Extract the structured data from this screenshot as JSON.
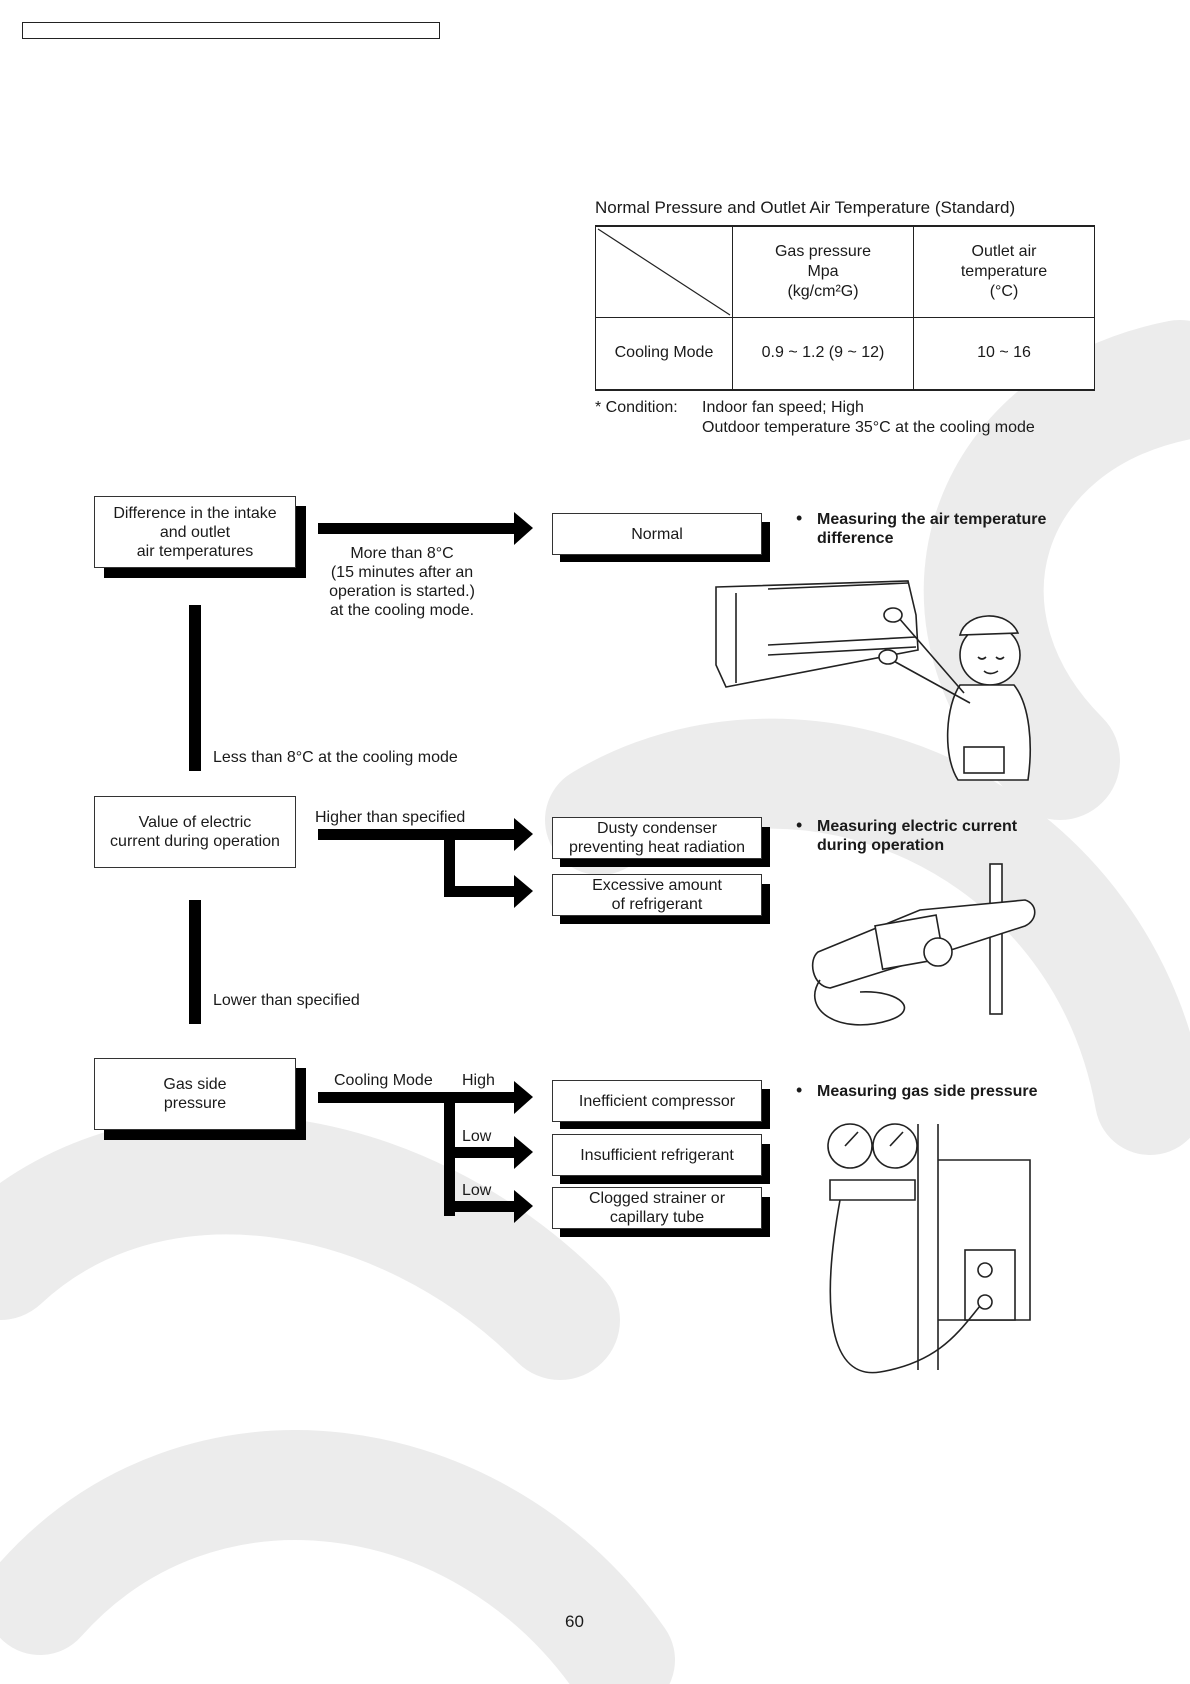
{
  "table": {
    "title": "Normal Pressure and Outlet Air Temperature (Standard)",
    "columns": [
      "Gas pressure\nMpa\n(kg/cm²G)",
      "Outlet air\ntemperature\n(°C)"
    ],
    "row": {
      "label": "Cooling Mode",
      "gas_pressure": "0.9 ~ 1.2 (9 ~ 12)",
      "outlet_temp": "10 ~ 16"
    },
    "condition_label": "* Condition:",
    "condition_lines": [
      "Indoor fan speed; High",
      "Outdoor temperature 35°C at the cooling mode"
    ]
  },
  "flow": {
    "step1": {
      "box": "Difference in the intake\nand outlet\nair temperatures",
      "branch_label": "More than 8°C\n(15 minutes after an\noperation is started.)\nat the cooling mode.",
      "result": "Normal",
      "down_label": "Less than 8°C at the cooling mode",
      "bullet": "Measuring the air temperature\ndifference"
    },
    "step2": {
      "box": "Value of electric\ncurrent during operation",
      "branch_label": "Higher than specified",
      "results": [
        "Dusty condenser\npreventing heat radiation",
        "Excessive amount\nof refrigerant"
      ],
      "down_label": "Lower than specified",
      "bullet": "Measuring electric current\nduring operation"
    },
    "step3": {
      "box": "Gas side\npressure",
      "branch_label": "Cooling Mode",
      "levels": [
        "High",
        "Low",
        "Low"
      ],
      "results": [
        "Inefficient compressor",
        "Insufficient refrigerant",
        "Clogged strainer or\ncapillary tube"
      ],
      "bullet": "Measuring gas side pressure"
    }
  },
  "page_number": "60"
}
